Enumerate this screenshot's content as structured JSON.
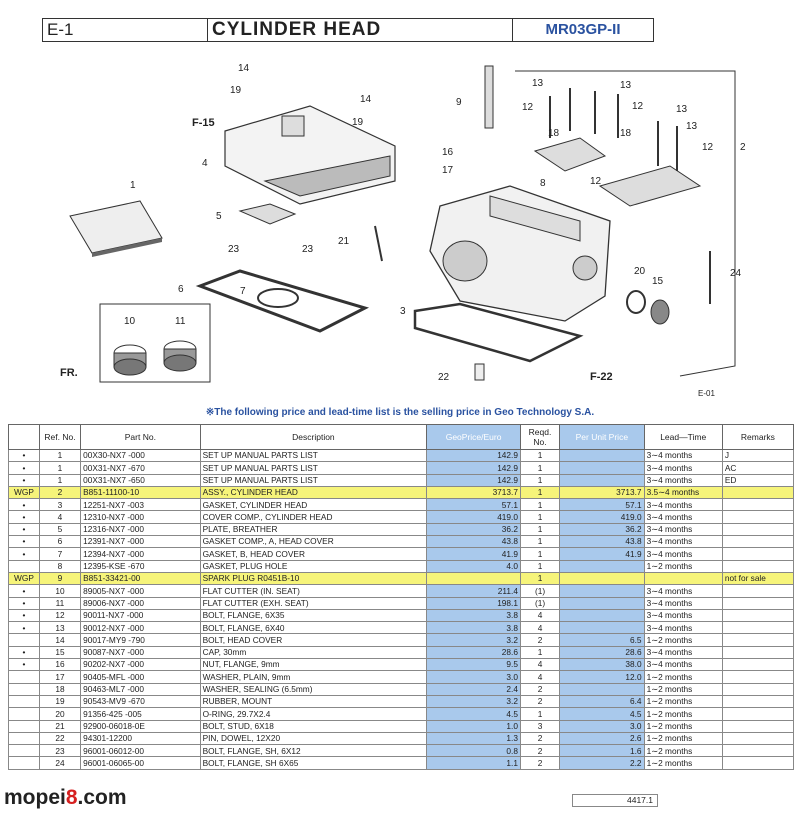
{
  "header": {
    "section": "E-1",
    "title": "CYLINDER HEAD",
    "model": "MR03GP-II"
  },
  "diagram": {
    "callouts": [
      "1",
      "2",
      "3",
      "4",
      "5",
      "6",
      "7",
      "8",
      "9",
      "10",
      "11",
      "12",
      "13",
      "14",
      "15",
      "16",
      "17",
      "18",
      "19",
      "20",
      "21",
      "22",
      "23",
      "24"
    ],
    "refs": [
      "F-15",
      "F-22",
      "FR."
    ],
    "code": "E-01"
  },
  "note": "※The following price and lead-time list is the selling price in Geo Technology S.A.",
  "table": {
    "headers": [
      "",
      "Ref. No.",
      "Part No.",
      "Description",
      "GeoPrice/Euro",
      "Reqd. No.",
      "Per Unit Price",
      "Lead—Time",
      "Remarks"
    ],
    "rows": [
      [
        "•",
        "1",
        "00X30-NX7 -000",
        "SET UP MANUAL PARTS LIST",
        "142.9",
        "1",
        "",
        "3∼4 months",
        "J"
      ],
      [
        "•",
        "1",
        "00X31-NX7 -670",
        "SET UP MANUAL PARTS LIST",
        "142.9",
        "1",
        "",
        "3∼4 months",
        "AC"
      ],
      [
        "•",
        "1",
        "00X31-NX7 -650",
        "SET UP MANUAL PARTS LIST",
        "142.9",
        "1",
        "",
        "3∼4 months",
        "ED"
      ],
      [
        "WGP",
        "2",
        "B851-11100-10",
        "ASSY., CYLINDER HEAD",
        "3713.7",
        "1",
        "3713.7",
        "3.5∼4 months",
        ""
      ],
      [
        "•",
        "3",
        "12251-NX7 -003",
        "GASKET, CYLINDER HEAD",
        "57.1",
        "1",
        "57.1",
        "3∼4 months",
        ""
      ],
      [
        "•",
        "4",
        "12310-NX7 -000",
        "COVER COMP., CYLINDER HEAD",
        "419.0",
        "1",
        "419.0",
        "3∼4 months",
        ""
      ],
      [
        "•",
        "5",
        "12316-NX7 -000",
        "PLATE, BREATHER",
        "36.2",
        "1",
        "36.2",
        "3∼4 months",
        ""
      ],
      [
        "•",
        "6",
        "12391-NX7 -000",
        "GASKET COMP., A, HEAD COVER",
        "43.8",
        "1",
        "43.8",
        "3∼4 months",
        ""
      ],
      [
        "•",
        "7",
        "12394-NX7 -000",
        "GASKET, B, HEAD COVER",
        "41.9",
        "1",
        "41.9",
        "3∼4 months",
        ""
      ],
      [
        "",
        "8",
        "12395-KSE -670",
        "GASKET, PLUG HOLE",
        "4.0",
        "1",
        "",
        "1∼2 months",
        ""
      ],
      [
        "WGP",
        "9",
        "B851-33421-00",
        "SPARK PLUG R0451B-10",
        "",
        "1",
        "",
        "",
        "not for sale"
      ],
      [
        "•",
        "10",
        "89005-NX7 -000",
        "FLAT CUTTER (IN. SEAT)",
        "211.4",
        "(1)",
        "",
        "3∼4 months",
        ""
      ],
      [
        "•",
        "11",
        "89006-NX7 -000",
        "FLAT CUTTER (EXH. SEAT)",
        "198.1",
        "(1)",
        "",
        "3∼4 months",
        ""
      ],
      [
        "•",
        "12",
        "90011-NX7 -000",
        "BOLT, FLANGE, 6X35",
        "3.8",
        "4",
        "",
        "3∼4 months",
        ""
      ],
      [
        "•",
        "13",
        "90012-NX7 -000",
        "BOLT, FLANGE, 6X40",
        "3.8",
        "4",
        "",
        "3∼4 months",
        ""
      ],
      [
        "",
        "14",
        "90017-MY9 -790",
        "BOLT, HEAD COVER",
        "3.2",
        "2",
        "6.5",
        "1∼2 months",
        ""
      ],
      [
        "•",
        "15",
        "90087-NX7 -000",
        "CAP, 30mm",
        "28.6",
        "1",
        "28.6",
        "3∼4 months",
        ""
      ],
      [
        "•",
        "16",
        "90202-NX7 -000",
        "NUT, FLANGE, 9mm",
        "9.5",
        "4",
        "38.0",
        "3∼4 months",
        ""
      ],
      [
        "",
        "17",
        "90405-MFL -000",
        "WASHER, PLAIN, 9mm",
        "3.0",
        "4",
        "12.0",
        "1∼2 months",
        ""
      ],
      [
        "",
        "18",
        "90463-ML7 -000",
        "WASHER, SEALING (6.5mm)",
        "2.4",
        "2",
        "",
        "1∼2 months",
        ""
      ],
      [
        "",
        "19",
        "90543-MV9 -670",
        "RUBBER, MOUNT",
        "3.2",
        "2",
        "6.4",
        "1∼2 months",
        ""
      ],
      [
        "",
        "20",
        "91356-425 -005",
        "O-RING, 29.7X2.4",
        "4.5",
        "1",
        "4.5",
        "1∼2 months",
        ""
      ],
      [
        "",
        "21",
        "92900-06018-0E",
        "BOLT, STUD, 6X18",
        "1.0",
        "3",
        "3.0",
        "1∼2 months",
        ""
      ],
      [
        "",
        "22",
        "94301-12200",
        "PIN, DOWEL, 12X20",
        "1.3",
        "2",
        "2.6",
        "1∼2 months",
        ""
      ],
      [
        "",
        "23",
        "96001-06012-00",
        "BOLT, FLANGE, SH, 6X12",
        "0.8",
        "2",
        "1.6",
        "1∼2 months",
        ""
      ],
      [
        "",
        "24",
        "96001-06065-00",
        "BOLT, FLANGE, SH 6X65",
        "1.1",
        "2",
        "2.2",
        "1∼2 months",
        ""
      ]
    ],
    "total": "4417.1"
  },
  "logo": {
    "part1": "mopei",
    "part2": "8",
    "part3": ".com"
  }
}
